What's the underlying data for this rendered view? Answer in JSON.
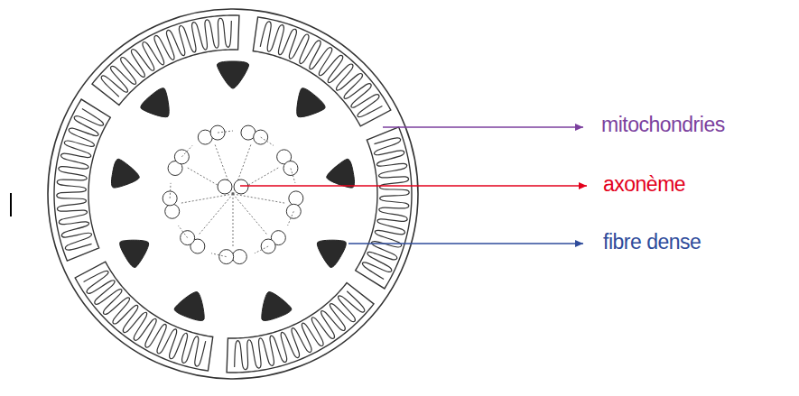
{
  "diagram": {
    "labels": [
      "mitochondries",
      "axonème",
      "fibre dense"
    ]
  }
}
